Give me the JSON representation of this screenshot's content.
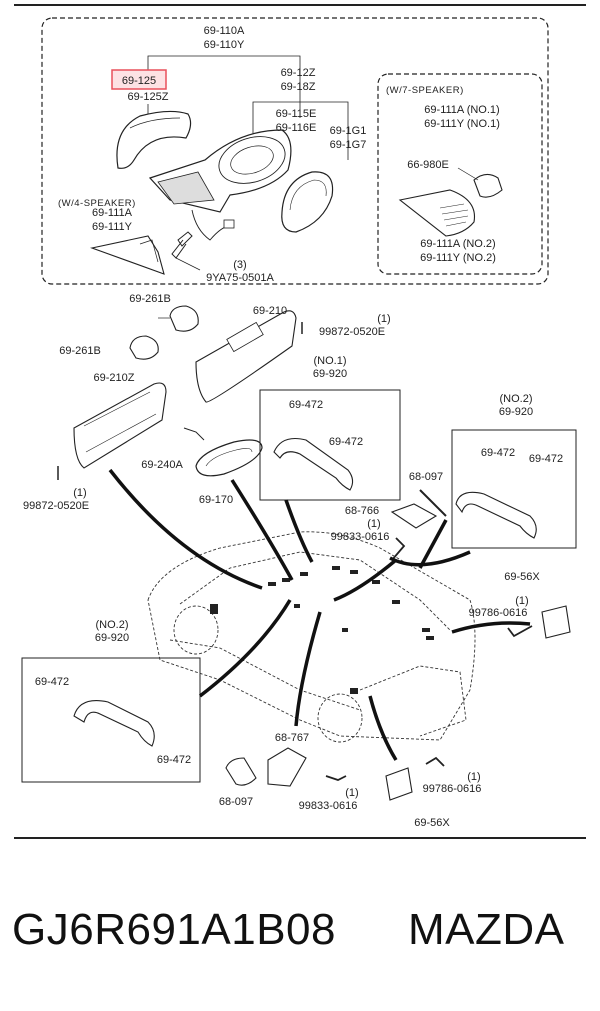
{
  "colors": {
    "line": "#222222",
    "highlight": "#e8505b",
    "highlight_fill": "#fde2e4",
    "bg": "#ffffff"
  },
  "mirror_group": {
    "top_label_a": "69-110A",
    "top_label_b": "69-110Y",
    "cover_a": "69-125",
    "cover_b": "69-125Z",
    "glass_a": "69-12Z",
    "glass_b": "69-18Z",
    "body_a": "69-115E",
    "body_b": "69-116E",
    "lens_a": "69-1G1",
    "lens_b": "69-1G7",
    "w4_title": "(W/4-SPEAKER)",
    "w4_a": "69-111A",
    "w4_b": "69-111Y",
    "bolt_qty": "(3)",
    "bolt_part": "9YA75-0501A",
    "w7_title": "(W/7-SPEAKER)",
    "w7_a": "69-111A (NO.1)",
    "w7_b": "69-111Y (NO.1)",
    "w7_spk": "66-980E",
    "w7_c": "69-111A (NO.2)",
    "w7_d": "69-111Y (NO.2)"
  },
  "visor_group": {
    "clip_top": "69-261B",
    "clip_left": "69-261B",
    "visor_r": "69-210",
    "visor_l": "69-210Z",
    "screw_qty_r": "(1)",
    "screw_r": "99872-0520E",
    "screw_qty_l": "(1)",
    "screw_l": "99872-0520E",
    "rear_mirror_a": "69-240A",
    "rear_mirror": "69-170"
  },
  "grip_no1": {
    "title": "(NO.1)",
    "part": "69-920",
    "cap_a": "69-472",
    "cap_b": "69-472"
  },
  "grip_no2_right": {
    "title": "(NO.2)",
    "part": "69-920",
    "cap_a": "69-472",
    "cap_b": "69-472"
  },
  "grip_no2_left": {
    "title": "(NO.2)",
    "part": "69-920",
    "cap_a": "69-472",
    "cap_b": "69-472"
  },
  "hooks": {
    "hook_top": "68-097",
    "hanger_top": "68-766",
    "screw_top_qty": "(1)",
    "screw_top": "99833-0616",
    "hanger_bot": "68-767",
    "hook_bot": "68-097",
    "screw_bot_qty": "(1)",
    "screw_bot": "99833-0616"
  },
  "lamps": {
    "lamp_top": "69-56X",
    "bolt_top_qty": "(1)",
    "bolt_top": "99786-0616",
    "bolt_bot_qty": "(1)",
    "bolt_bot": "99786-0616",
    "lamp_bot": "69-56X"
  },
  "footer": {
    "part_number": "GJ6R691A1B08",
    "brand": "MAZDA"
  }
}
